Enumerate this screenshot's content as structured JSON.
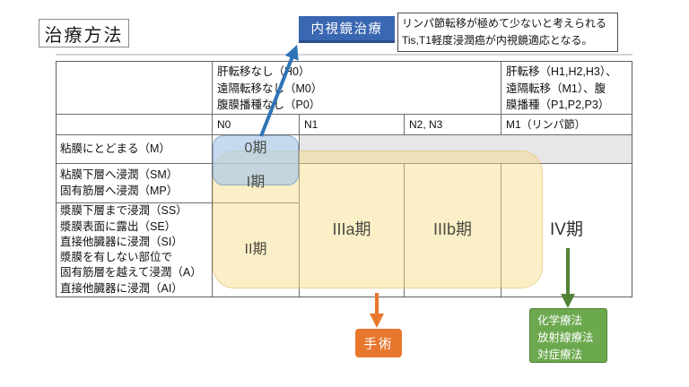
{
  "title": "治療方法",
  "endoscopy": {
    "label": "内視鏡治療",
    "note": "リンパ節転移が極めて少ないと考えられる\nTis,T1軽度浸潤癌が内視鏡適応となる。"
  },
  "table": {
    "col_headers": {
      "no_metastasis": "肝転移なし（H0）\n遠隔転移なし（M0）\n腹膜播種なし（P0）",
      "metastasis": "肝転移（H1,H2,H3）、\n遠隔転移（M1）、腹\n膜播種（P1,P2,P3）",
      "n0": "N0",
      "n1": "N1",
      "n2n3": "N2, N3",
      "m1": "M1（リンパ節）"
    },
    "row_labels": {
      "mucosa": "粘膜にとどまる（M）",
      "submucosa_muscularis": "粘膜下層へ浸潤（SM）\n固有筋層へ浸潤（MP）",
      "serosa_beyond": "漿膜下層まで浸潤（SS）\n漿膜表面に露出（SE）\n直接他臓器に浸潤（SI）\n漿膜を有しない部位で\n固有筋層を越えて浸潤（A）\n直接他臓器に浸潤（AI）"
    },
    "stages": {
      "stage0": "0期",
      "stage1": "I期",
      "stage2": "II期",
      "stage3a": "IIIa期",
      "stage3b": "IIIb期",
      "stage4": "IV期"
    }
  },
  "treatments": {
    "surgery": "手術",
    "advanced": "化学療法\n放射線療法\n対症療法"
  },
  "colors": {
    "endoscopy_blue": "#3a67b1",
    "arrow_blue": "#2e74b5",
    "surgery_orange": "#e8772e",
    "treatment_green": "#6ca94e",
    "treatment_green_border": "#538135",
    "stage_overlay_yellow": "#fbedbf",
    "stage0_overlay_blue": "#c5daee",
    "mucosa_row_gray": "#e7e6e8"
  }
}
